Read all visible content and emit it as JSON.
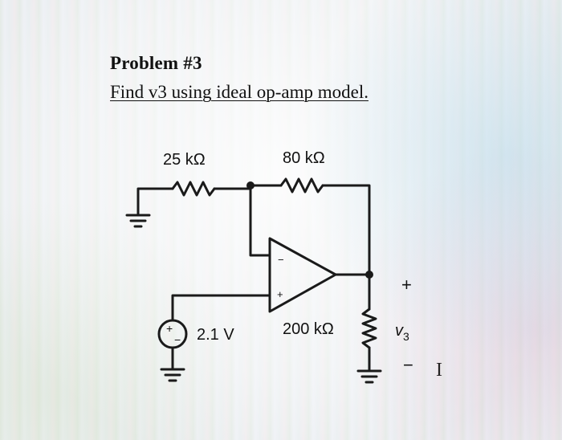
{
  "problem": {
    "title": "Problem #3",
    "statement": "Find v3 using ideal op-amp model."
  },
  "circuit": {
    "r1_label": "25 kΩ",
    "r2_label": "80 kΩ",
    "r3_label": "200 kΩ",
    "source_label": "2.1 V",
    "source_plus": "+",
    "source_minus": "−",
    "opamp_inverting": "−",
    "opamp_noninverting": "+",
    "output_plus": "+",
    "output_minus": "−",
    "output_var": "v",
    "output_sub": "3"
  },
  "cursor": {
    "glyph": "I"
  }
}
